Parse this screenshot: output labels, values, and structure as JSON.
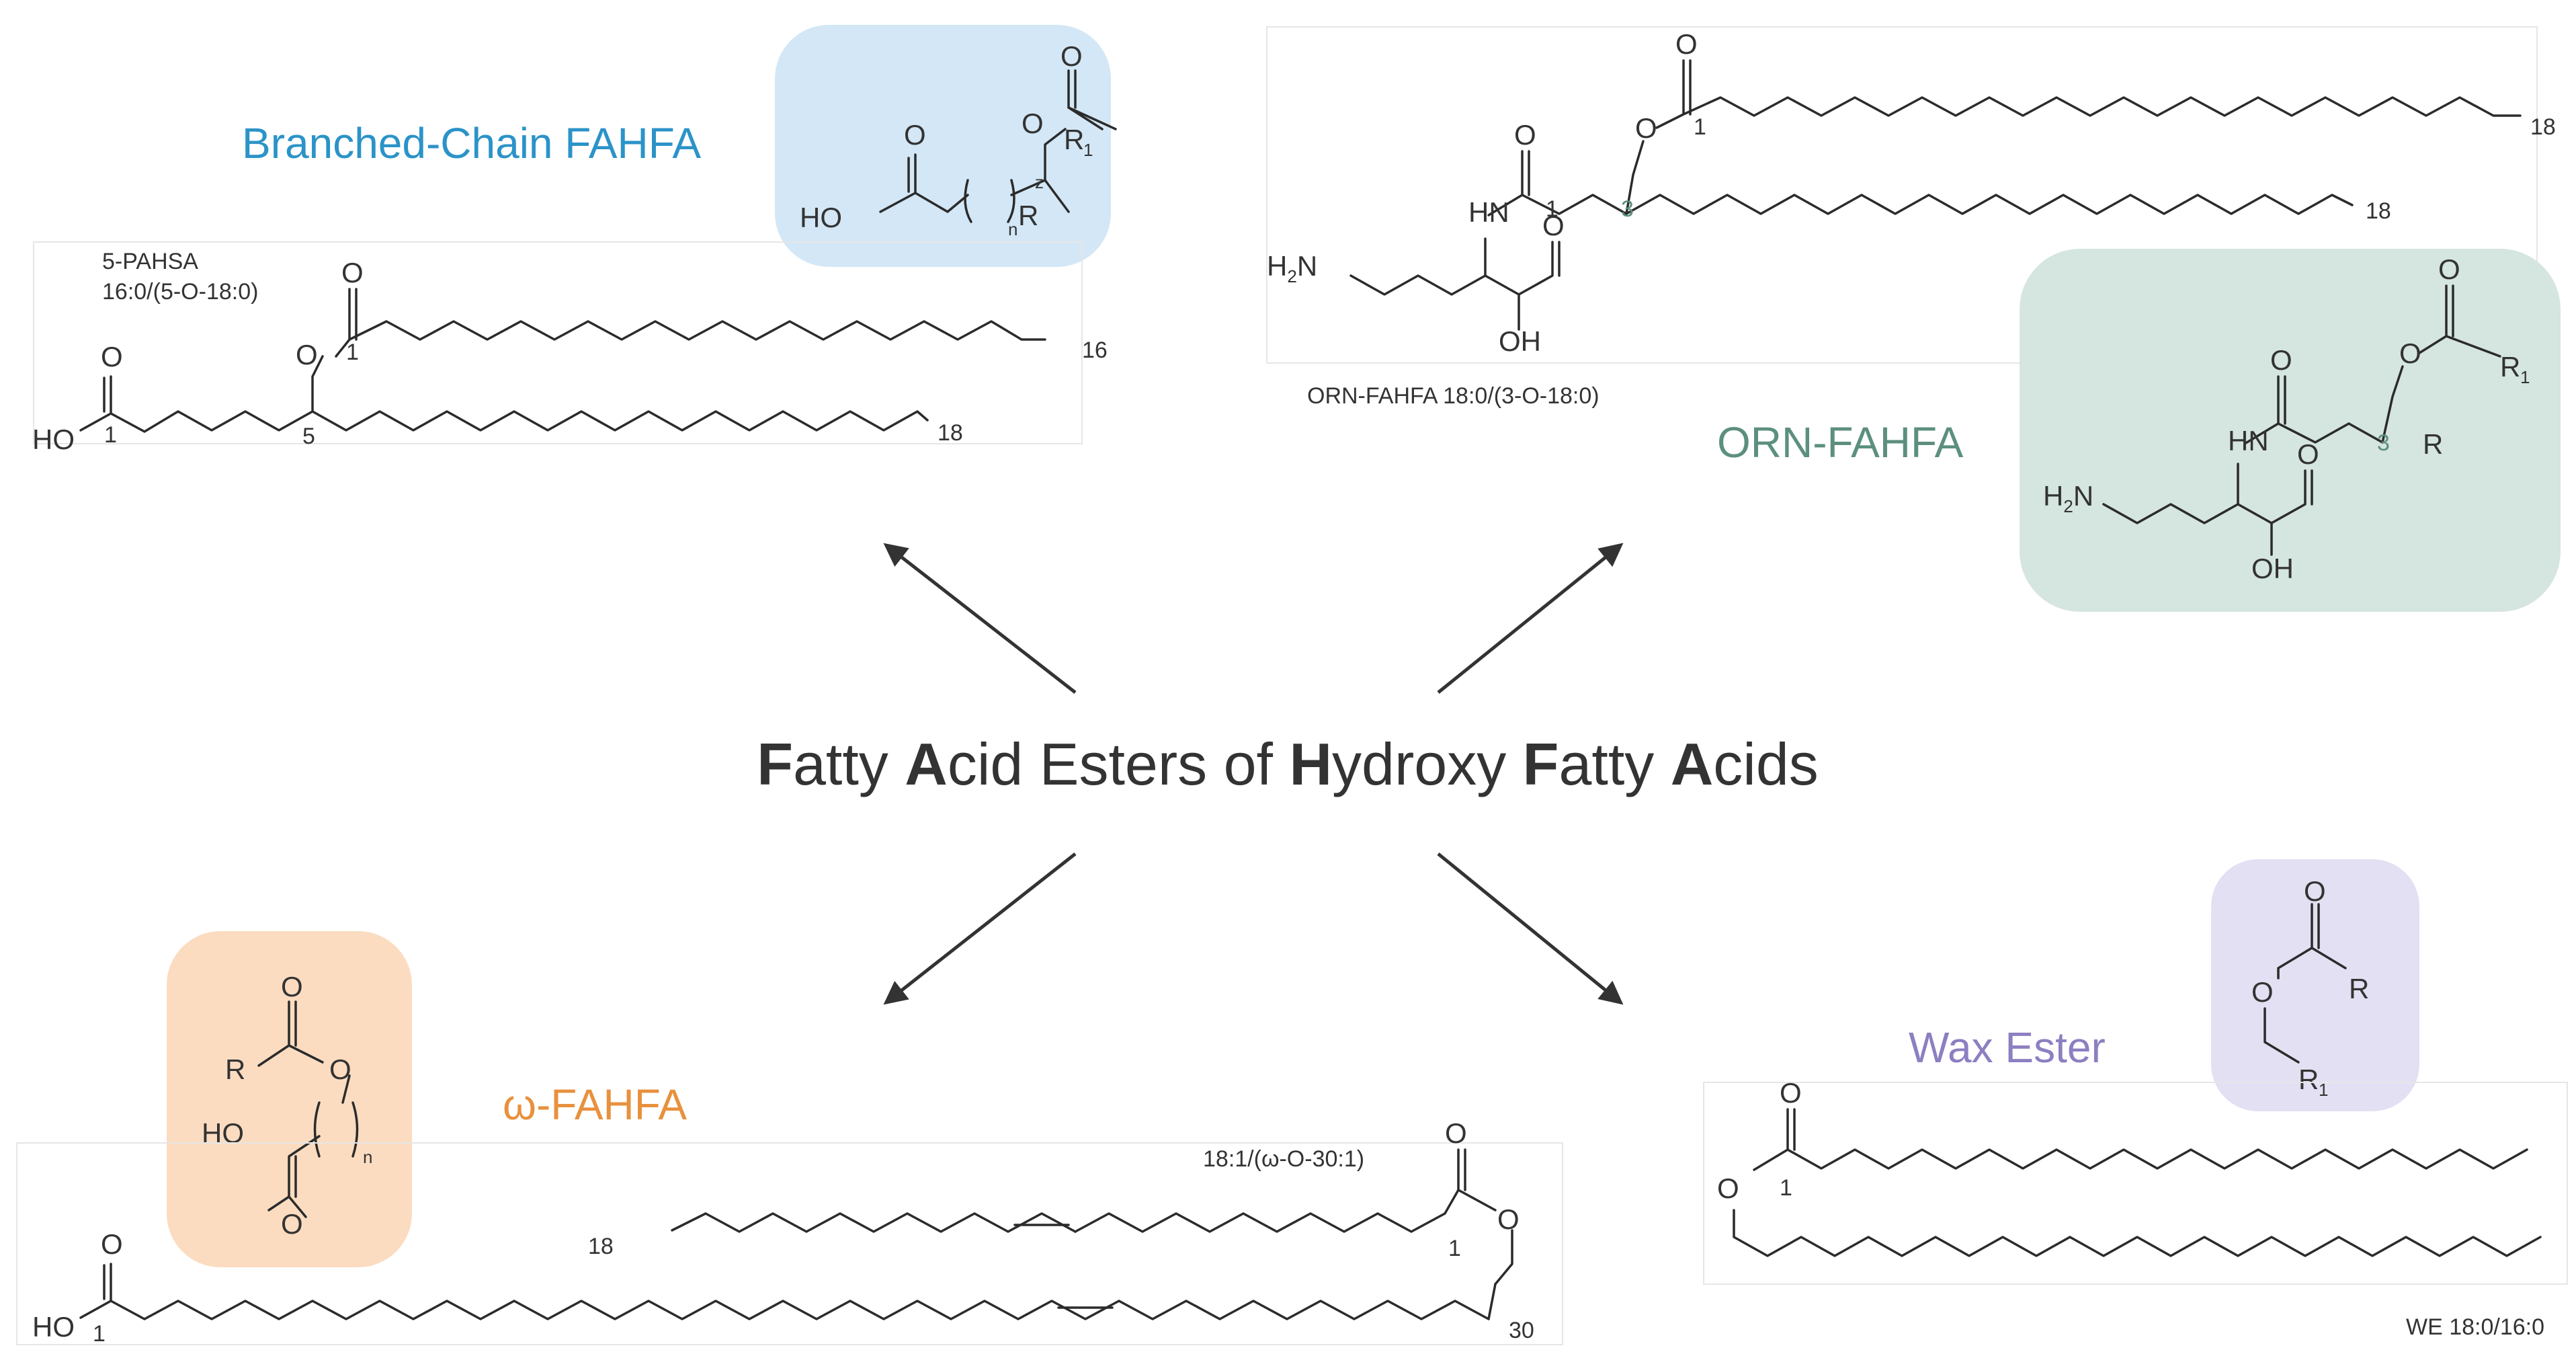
{
  "title": {
    "parts": [
      {
        "text": "F",
        "bold": true
      },
      {
        "text": "atty ",
        "bold": false
      },
      {
        "text": "A",
        "bold": true
      },
      {
        "text": "cid Esters of ",
        "bold": false
      },
      {
        "text": "H",
        "bold": true
      },
      {
        "text": "ydroxy ",
        "bold": false
      },
      {
        "text": "F",
        "bold": true
      },
      {
        "text": "atty ",
        "bold": false
      },
      {
        "text": "A",
        "bold": true
      },
      {
        "text": "cids",
        "bold": false
      }
    ]
  },
  "colors": {
    "blue": "#2b93c8",
    "blue_bg": "#d3e7f6",
    "green": "#5c8f7f",
    "green_bg": "#d5e5e0",
    "orange": "#e8913d",
    "orange_bg": "#fbdcc0",
    "purple": "#8d7fc1",
    "purple_bg": "#e3e0f3",
    "text": "#333333"
  },
  "classes": {
    "branched": {
      "name": "Branched-Chain FAHFA"
    },
    "orn": {
      "name": "ORN-FAHFA"
    },
    "omega": {
      "name": "ω-FAHFA"
    },
    "wax": {
      "name": "Wax Ester"
    }
  },
  "examples": {
    "pahsa": {
      "name": "5-PAHSA",
      "notation": "16:0/(5-O-18:0)"
    },
    "orn": {
      "notation": "ORN-FAHFA 18:0/(3-O-18:0)"
    },
    "omega": {
      "notation": "18:1/(ω-O-30:1)"
    },
    "wax": {
      "notation": "WE 18:0/16:0"
    }
  },
  "atoms": {
    "O": "O",
    "HO": "HO",
    "OH": "OH",
    "HN": "HN",
    "H": "H",
    "N": "N",
    "R": "R",
    "R1_main": "R",
    "one": "1",
    "two": "2",
    "n": "n",
    "z": "z",
    "c1": "1",
    "c3": "3",
    "c5": "5",
    "c16": "16",
    "c18": "18",
    "c30": "30"
  }
}
